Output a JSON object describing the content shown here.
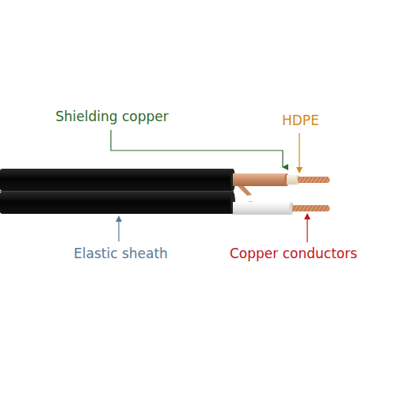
{
  "diagram": {
    "labels": [
      "Shielding copper",
      "HDPE",
      "Elastic sheath",
      "Copper conductors"
    ]
  }
}
